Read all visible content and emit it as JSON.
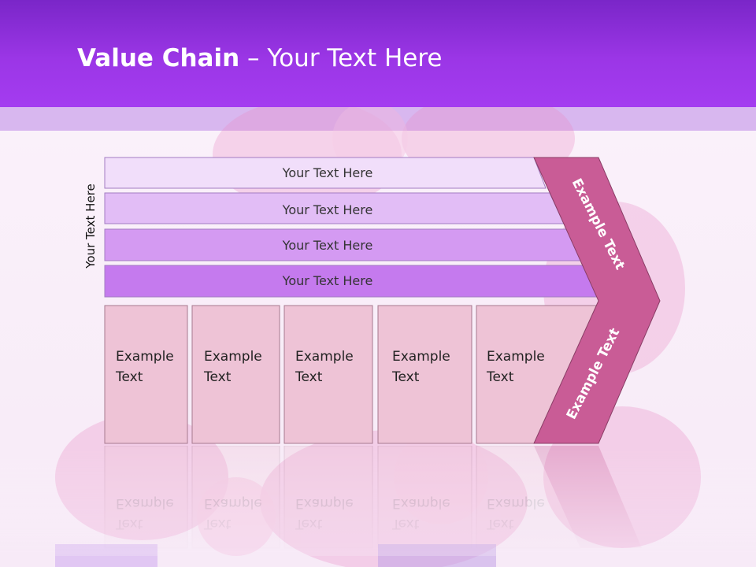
{
  "header": {
    "title_bold": "Value Chain",
    "title_rest": " – Your Text Here"
  },
  "side_label": "Your Text Here",
  "rows": [
    {
      "label": "Your Text Here",
      "color": "#f1defa"
    },
    {
      "label": "Your Text Here",
      "color": "#e2bdf6"
    },
    {
      "label": "Your Text Here",
      "color": "#d49af2"
    },
    {
      "label": "Your Text Here",
      "color": "#c57aee"
    }
  ],
  "boxes": [
    {
      "line1": "Example",
      "line2": "Text"
    },
    {
      "line1": "Example",
      "line2": "Text"
    },
    {
      "line1": "Example",
      "line2": "Text"
    },
    {
      "line1": "Example",
      "line2": "Text"
    },
    {
      "line1": "Example",
      "line2": "Text"
    }
  ],
  "chevron": {
    "upper_label": "Example Text",
    "lower_label": "Example Text",
    "color": "#c95c96"
  },
  "colors": {
    "header": "#9b36e6",
    "band": "#d8b7ef",
    "box_fill": "#eec3d6",
    "box_stroke": "#a7798f"
  }
}
